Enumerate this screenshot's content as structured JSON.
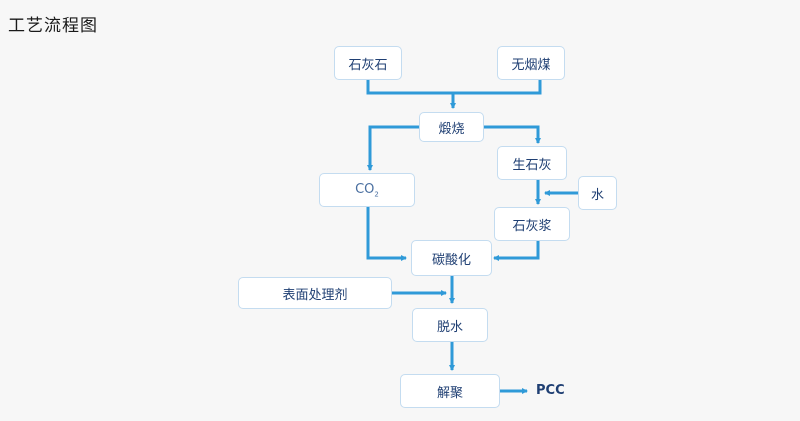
{
  "title": "工艺流程图",
  "nodes": {
    "limestone": "石灰石",
    "anthracite": "无烟煤",
    "calcination": "煅烧",
    "quicklime": "生石灰",
    "water": "水",
    "co2_main": "CO",
    "co2_sub": "2",
    "slaked_lime": "石灰浆",
    "carbonation": "碳酸化",
    "surface_agent": "表面处理剂",
    "dewatering": "脱水",
    "deagglomeration": "解聚",
    "pcc": "PCC"
  },
  "colors": {
    "arrow": "#2f9ad8",
    "box_border": "#c4dcf0",
    "text": "#1f3f73"
  }
}
